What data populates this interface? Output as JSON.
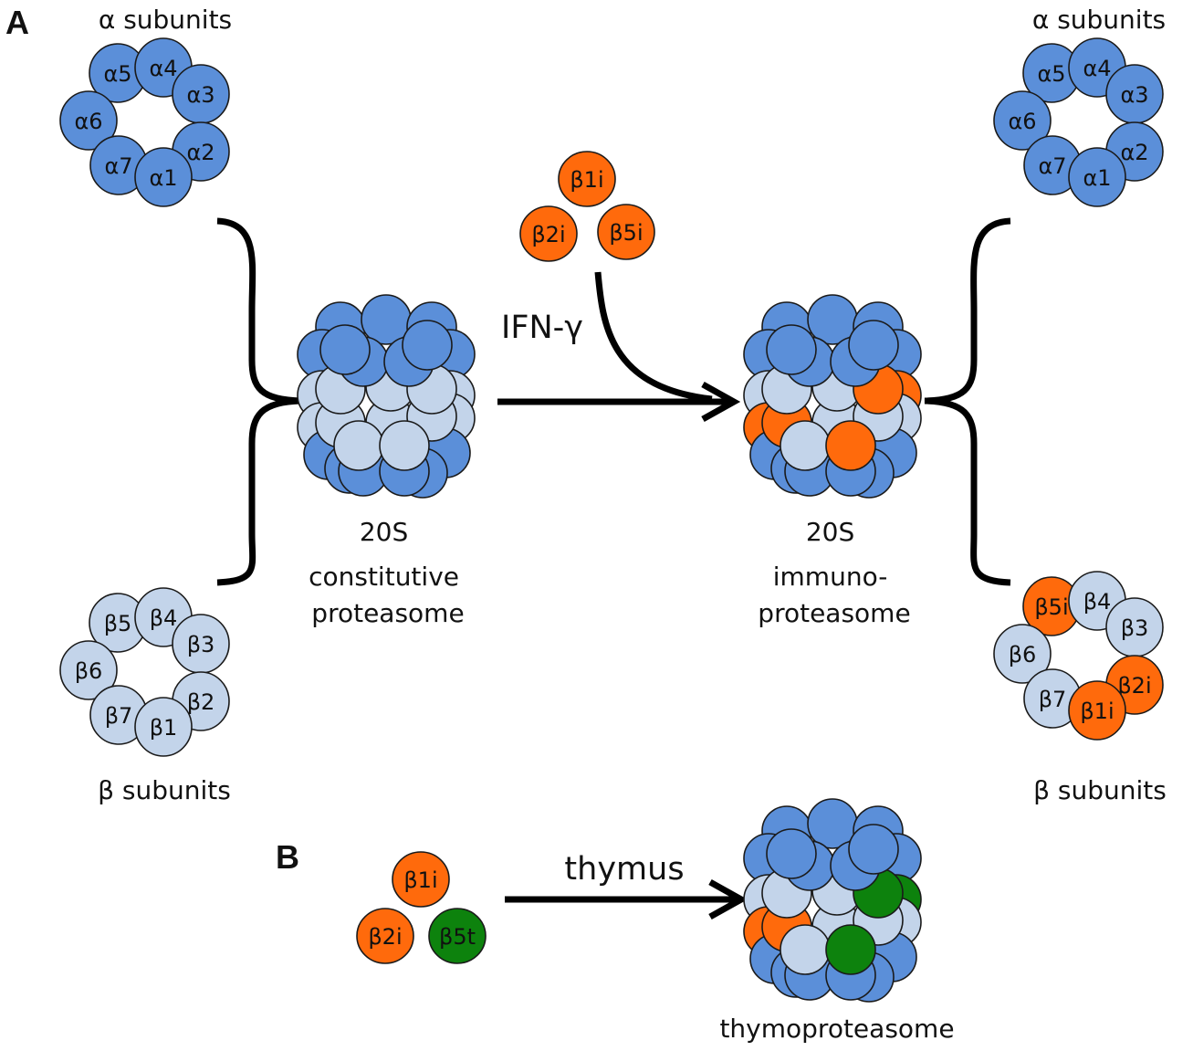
{
  "colors": {
    "alpha": "#5b8fd9",
    "beta": "#c3d4ea",
    "beta_immuno": "#ff6a0c",
    "beta_thymo": "#0d820d",
    "line": "#000000"
  },
  "panel_a": {
    "label": "A",
    "alpha_title_left": "α subunits",
    "alpha_title_right": "α subunits",
    "beta_title_left": "β subunits",
    "beta_title_right": "β subunits",
    "alpha_ring_left": [
      "α5",
      "α4",
      "α3",
      "α6",
      "α2",
      "α7",
      "α1"
    ],
    "beta_ring_left": [
      "β5",
      "β4",
      "β3",
      "β6",
      "β2",
      "β7",
      "β1"
    ],
    "alpha_ring_right": [
      "α5",
      "α4",
      "α3",
      "α6",
      "α2",
      "α7",
      "α1"
    ],
    "beta_ring_right": [
      "β5i",
      "β4",
      "β3",
      "β6",
      "β2i",
      "β7",
      "β1i"
    ],
    "immuno_subunits": [
      "β1i",
      "β2i",
      "β5i"
    ],
    "arrow_label": "IFN-γ",
    "constitutive_label": [
      "20S",
      "constitutive",
      "proteasome"
    ],
    "immuno_label": [
      "20S",
      "immuno-",
      "proteasome"
    ]
  },
  "panel_b": {
    "label": "B",
    "subunits": [
      "β1i",
      "β2i",
      "β5t"
    ],
    "arrow_label": "thymus",
    "thymo_label": "thymoproteasome"
  }
}
